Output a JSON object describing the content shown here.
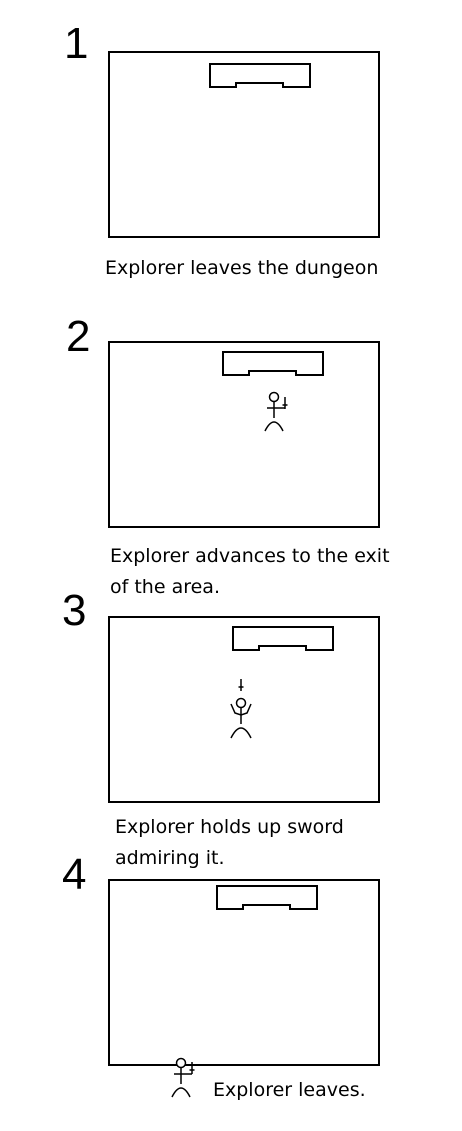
{
  "panels": [
    {
      "number": "1",
      "caption": [
        "Explorer leaves the dungeon"
      ]
    },
    {
      "number": "2",
      "caption": [
        "Explorer advances to the exit",
        "of the area."
      ]
    },
    {
      "number": "3",
      "caption": [
        "Explorer holds up sword",
        "admiring it."
      ]
    },
    {
      "number": "4",
      "caption": [
        "Explorer leaves."
      ]
    }
  ],
  "icons": {
    "exit": "dungeon-exit-icon",
    "explorer": "stick-figure-explorer-icon",
    "sword": "sword-icon"
  },
  "colors": {
    "line": "#000000",
    "background": "#ffffff"
  }
}
